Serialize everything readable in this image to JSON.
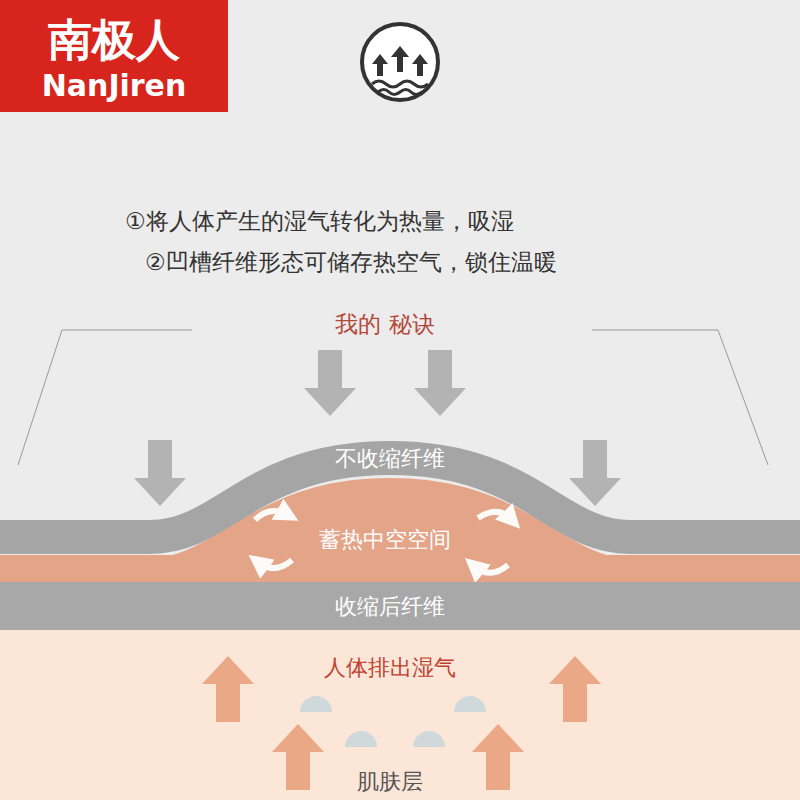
{
  "diagram": {
    "nodes": [
      {
        "text": [
          "南极人",
          "NanJiren"
        ]
      },
      {
        "text": [
          "不收缩纤维"
        ]
      },
      {
        "text": [
          "蓄热中空空间"
        ]
      },
      {
        "text": [
          "收缩后纤维"
        ]
      },
      {
        "text": [
          "人体排出湿气",
          "肌肤层"
        ]
      }
    ],
    "labels": [
      "①将人体产生的湿气转化为热量，吸湿",
      "②凹槽纤维形态可储存热空气，锁住温暖",
      "我的 秘诀"
    ]
  }
}
